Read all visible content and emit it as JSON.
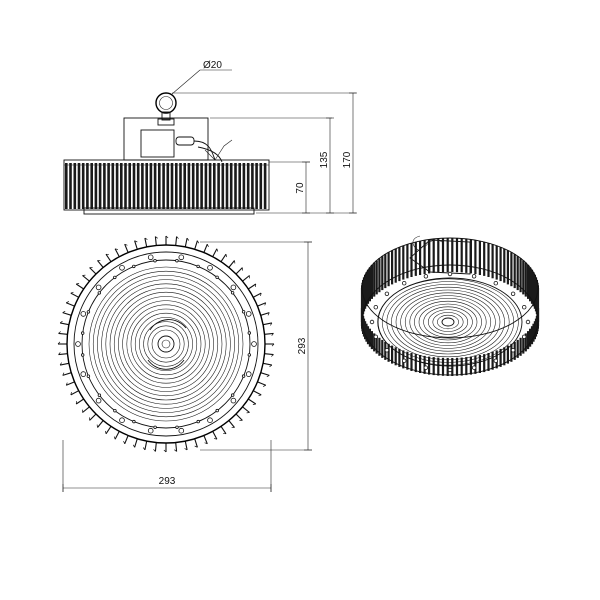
{
  "dimensions": {
    "eyebolt_diameter": "Ø20",
    "height_body": "70",
    "height_bracket": "135",
    "height_total": "170",
    "front_height": "293",
    "front_width": "293"
  },
  "colors": {
    "line": "#111111",
    "fin_fill": "#1a1a1a",
    "background": "#ffffff"
  }
}
